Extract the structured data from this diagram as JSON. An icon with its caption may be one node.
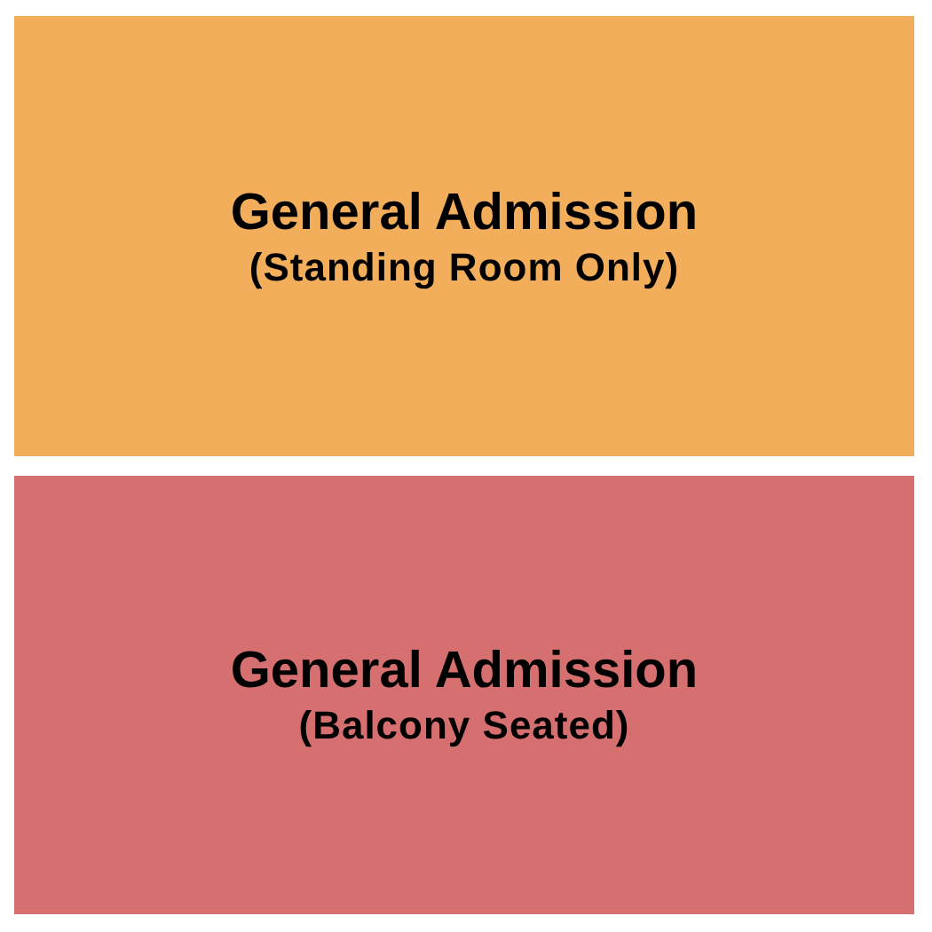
{
  "diagram": {
    "nodes": [
      {
        "text": [
          "General Admission",
          "(Standing Room Only)"
        ]
      },
      {
        "text": [
          "General Admission",
          "(Balcony Seated)"
        ]
      }
    ]
  }
}
